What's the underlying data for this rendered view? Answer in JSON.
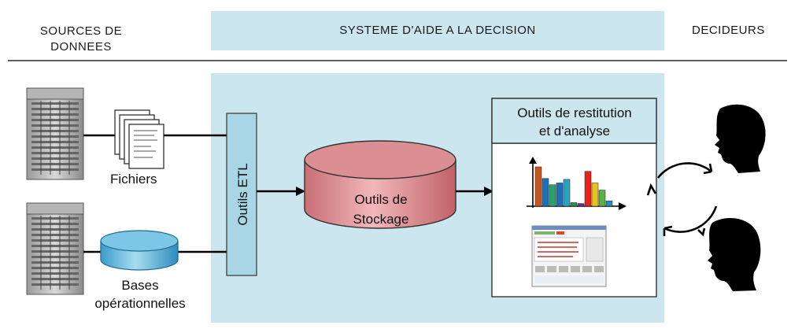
{
  "header": {
    "sources": "SOURCES DE\nDONNEES",
    "system": "SYSTEME D'AIDE A LA DECISION",
    "deciders": "DECIDEURS"
  },
  "labels": {
    "files": "Fichiers",
    "databases_line1": "Bases",
    "databases_line2": "opérationnelles",
    "etl": "Outils ETL",
    "storage_line1": "Outils de",
    "storage_line2": "Stockage",
    "restitution_line1": "Outils de restitution",
    "restitution_line2": "et d'analyse"
  },
  "colors": {
    "panel": "#cbe6ee",
    "etl": "#a8d6e4",
    "storage": "#d98a8e",
    "db": "#5fb4d8",
    "line": "#000000"
  },
  "mini_chart": {
    "values": [
      88,
      62,
      48,
      52,
      60,
      8,
      6,
      78,
      52,
      36,
      12
    ],
    "colors": [
      "#c8561c",
      "#1f6fb8",
      "#2aa06a",
      "#1f6fb8",
      "#25a5c0",
      "#1f9a3c",
      "#7a2a8e",
      "#e8211e",
      "#e6c31c",
      "#5ab14a",
      "#2a8ab8"
    ]
  }
}
